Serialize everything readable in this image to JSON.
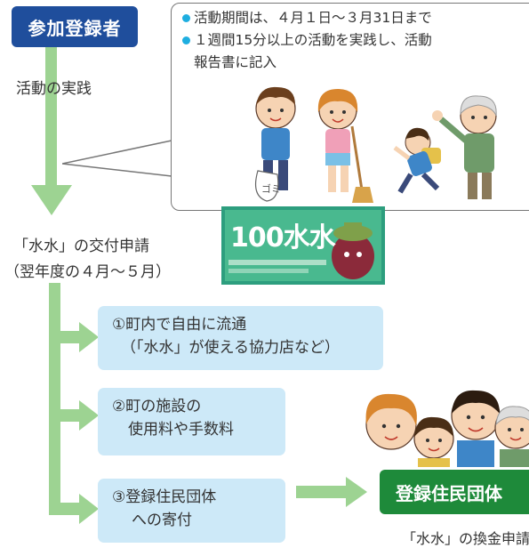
{
  "start": {
    "label": "参加登録者"
  },
  "activity_label": "活動の実践",
  "note": {
    "items": [
      {
        "lines": [
          "活動期間は、４月１日～３月31日まで"
        ]
      },
      {
        "lines": [
          "１週間15分以上の活動を実践し、活動",
          "報告書に記入"
        ]
      }
    ]
  },
  "voucher": {
    "text": "100水水"
  },
  "apply": {
    "lines": [
      "「水水」の交付申請",
      "（翌年度の４月～５月）"
    ]
  },
  "options": [
    {
      "lines": [
        "①町内で自由に流通",
        "（「水水」が使える協力店など）"
      ]
    },
    {
      "lines": [
        "②町の施設の",
        "使用料や手数料"
      ]
    },
    {
      "lines": [
        "③登録住民団体",
        "への寄付"
      ]
    }
  ],
  "org": {
    "label": "登録住民団体",
    "caption": "「水水」の換金申請"
  },
  "colors": {
    "start_blue": "#1f4e9c",
    "flow_green": "#9dd392",
    "card_blue": "#cde9f8",
    "bullet_cyan": "#1eaee0",
    "org_green": "#1e8a3a"
  }
}
